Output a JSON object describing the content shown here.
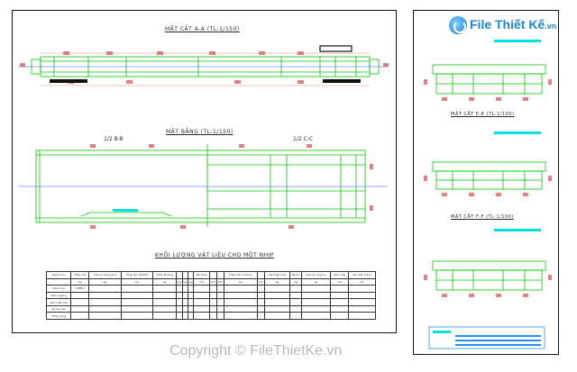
{
  "left_sheet": {
    "section_aa_title": "MẶT CẮT A-A (TL:1/150)",
    "plan_title": "MẶT BẰNG (TL:1/150)",
    "half_bb": "1/2 B-B",
    "half_cc": "1/2 C-C",
    "quantity_title": "KHỐI LƯỢNG VẬT LIỆU CHO MỘT NHỊP",
    "table": {
      "header_row1": [
        "Hạng mục",
        "Thép CIII",
        "Vữa xi măng D:A",
        "Thép góc 80/8/8",
        "Thép Đường",
        "",
        "",
        "",
        "Bê tông",
        "",
        "",
        "Thép bản 4-6mm",
        "",
        "Cốt thép D14",
        "Bố trí",
        "Cáp dự ứng lực",
        "Làm mặt",
        "Gờ chắn bánh"
      ],
      "unit_row": [
        "",
        "kg",
        "kg",
        "kg",
        "kg",
        "kg",
        "kg",
        "kg",
        "m3",
        "m3",
        "m3",
        "kg",
        "m3",
        "kg",
        "kg",
        "kg",
        "m3",
        "m3"
      ],
      "rows": [
        [
          "Dầm chủ",
          "2.888,7",
          "",
          "",
          "",
          "",
          "",
          "",
          "",
          "",
          "",
          "",
          "",
          "",
          "",
          "",
          "",
          ""
        ],
        [
          "Dầm ngang",
          "",
          "",
          "",
          "",
          "",
          "",
          "",
          "",
          "",
          "",
          "",
          "",
          "",
          "",
          "",
          "",
          ""
        ],
        [
          "Bản mặt cầu",
          "",
          "",
          "",
          "",
          "",
          "",
          "",
          "",
          "",
          "",
          "",
          "",
          "",
          "",
          "",
          "",
          ""
        ],
        [
          "Gờ lan can",
          "",
          "",
          "",
          "",
          "",
          "",
          "",
          "",
          "",
          "",
          "",
          "",
          "",
          "",
          "",
          "",
          ""
        ],
        [
          "Tổng cộng",
          "",
          "",
          "",
          "",
          "",
          "",
          "",
          "",
          "",
          "",
          "",
          "",
          "",
          "",
          "",
          "",
          ""
        ]
      ]
    }
  },
  "right_sheet": {
    "section_dd_title": "MẶT CẮT D-D (TL:1/100)",
    "section_ee_title": "MẶT CẮT E-E (TL:1/100)",
    "section_ff_title": "MẶT CẮT F-F (TL:1/100)"
  },
  "logo": {
    "name": "File Thiết Kế",
    "domain": ".vn"
  },
  "copyright": "Copyright © FileThietKe.vn",
  "colors": {
    "line": "#00c800",
    "dim": "#e06060",
    "blue": "#2090ff",
    "axis": "#2050ff",
    "cyan": "#00e0e0"
  }
}
